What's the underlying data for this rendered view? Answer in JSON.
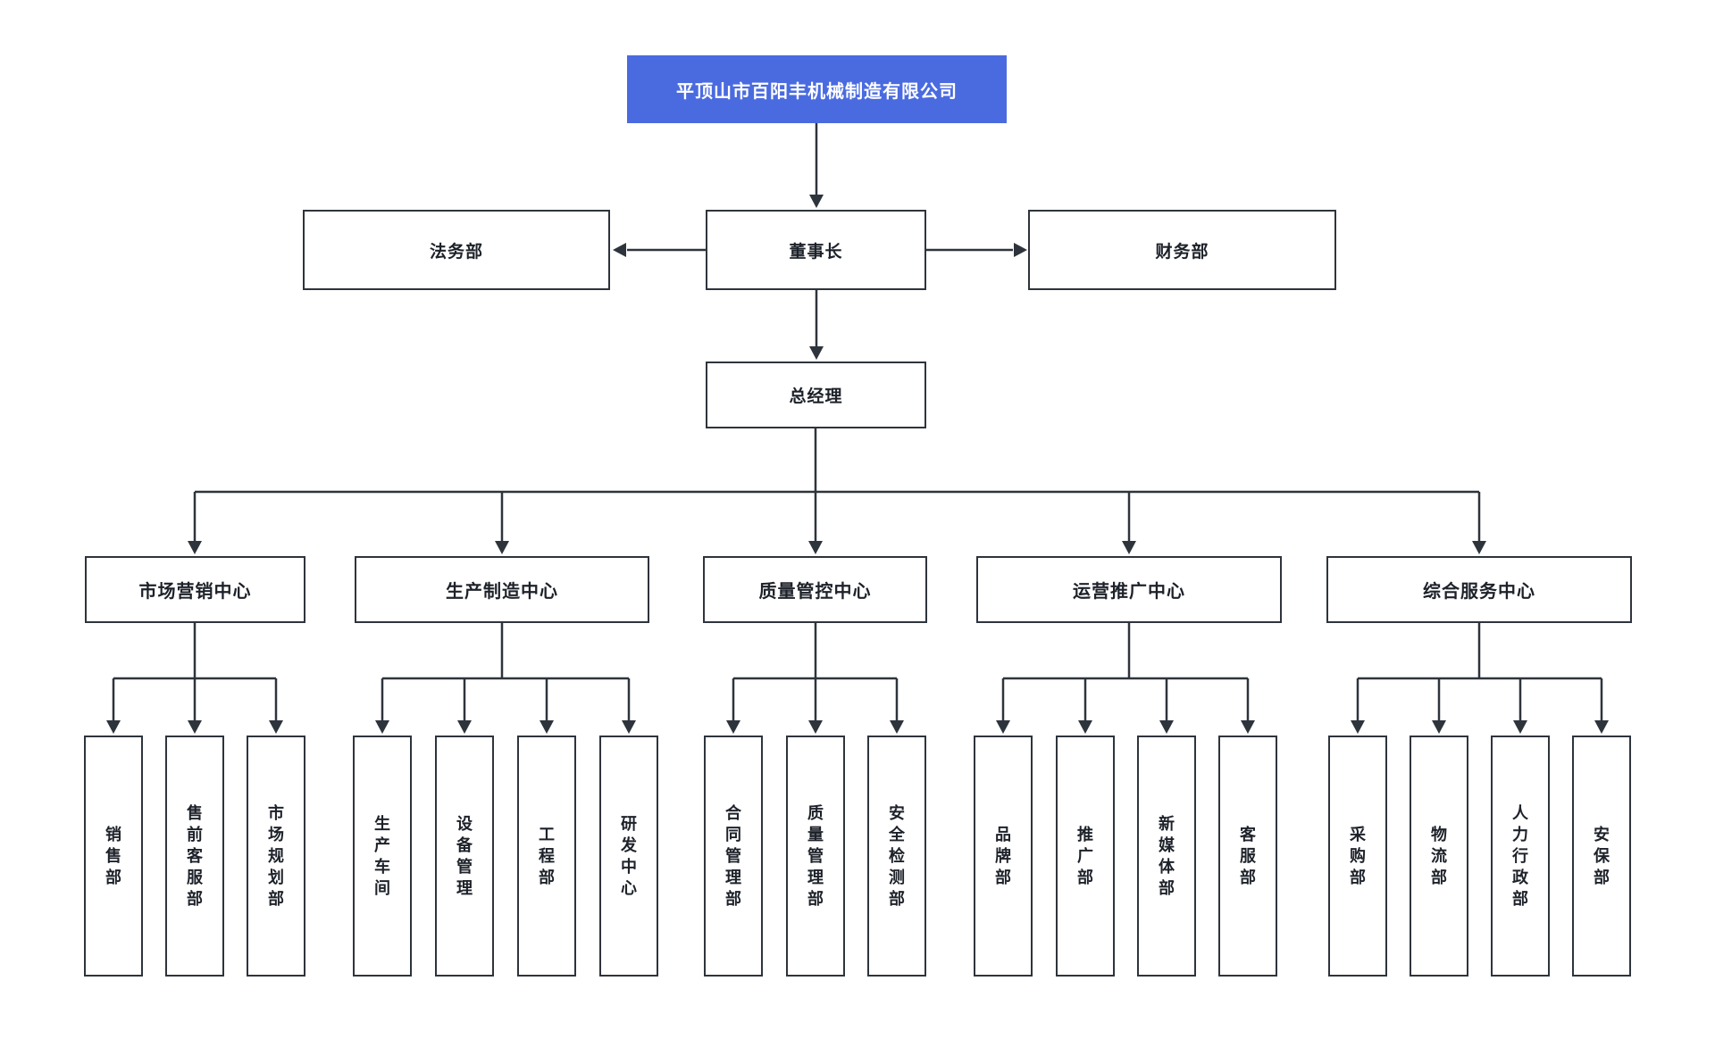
{
  "org": {
    "company": "平顶山市百阳丰机械制造有限公司",
    "chairman": "董事长",
    "legal": "法务部",
    "finance": "财务部",
    "general_manager": "总经理",
    "centers": [
      {
        "label": "市场营销中心",
        "departments": [
          "销售部",
          "售前客服部",
          "市场规划部"
        ]
      },
      {
        "label": "生产制造中心",
        "departments": [
          "生产车间",
          "设备管理",
          "工程部",
          "研发中心"
        ]
      },
      {
        "label": "质量管控中心",
        "departments": [
          "合同管理部",
          "质量管理部",
          "安全检测部"
        ]
      },
      {
        "label": "运营推广中心",
        "departments": [
          "品牌部",
          "推广部",
          "新媒体部",
          "客服部"
        ]
      },
      {
        "label": "综合服务中心",
        "departments": [
          "采购部",
          "物流部",
          "人力行政部",
          "安保部"
        ]
      }
    ],
    "colors": {
      "root_bg": "#4a6bdf",
      "root_text": "#ffffff",
      "line": "#2e343c",
      "box_border": "#2e343c",
      "box_bg": "#ffffff",
      "text": "#1d2129"
    }
  }
}
